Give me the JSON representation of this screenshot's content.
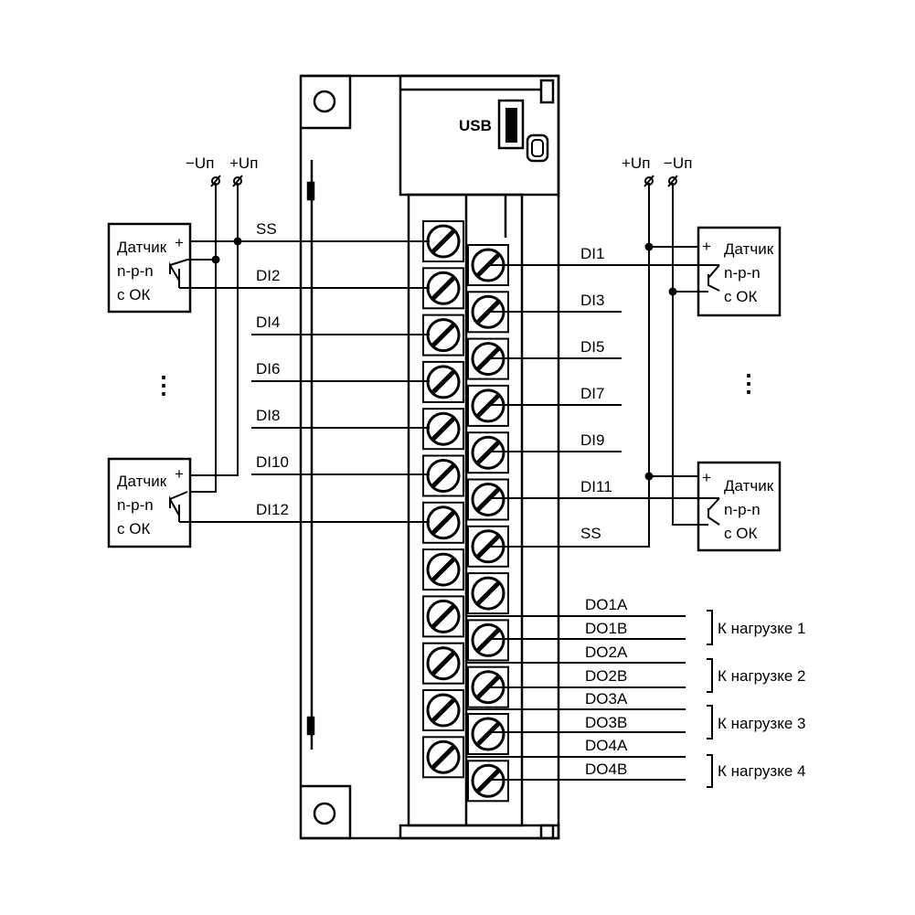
{
  "supply": {
    "left": {
      "minus": "−Uп",
      "plus": "+Uп"
    },
    "right": {
      "plus": "+Uп",
      "minus": "−Uп"
    }
  },
  "usb_label": "USB",
  "sensor": {
    "line1": "Датчик",
    "line2": "n-p-n",
    "line3": "с ОК",
    "plus": "+"
  },
  "ellipsis": "⋮",
  "left_terminals": [
    "SS",
    "DI2",
    "DI4",
    "DI6",
    "DI8",
    "DI10",
    "DI12"
  ],
  "right_terminals": [
    "DI1",
    "DI3",
    "DI5",
    "DI7",
    "DI9",
    "DI11",
    "SS"
  ],
  "outputs": [
    "DO1A",
    "DO1B",
    "DO2A",
    "DO2B",
    "DO3A",
    "DO3B",
    "DO4A",
    "DO4B"
  ],
  "loads": [
    "К нагрузке 1",
    "К нагрузке 2",
    "К нагрузке 3",
    "К нагрузке 4"
  ]
}
